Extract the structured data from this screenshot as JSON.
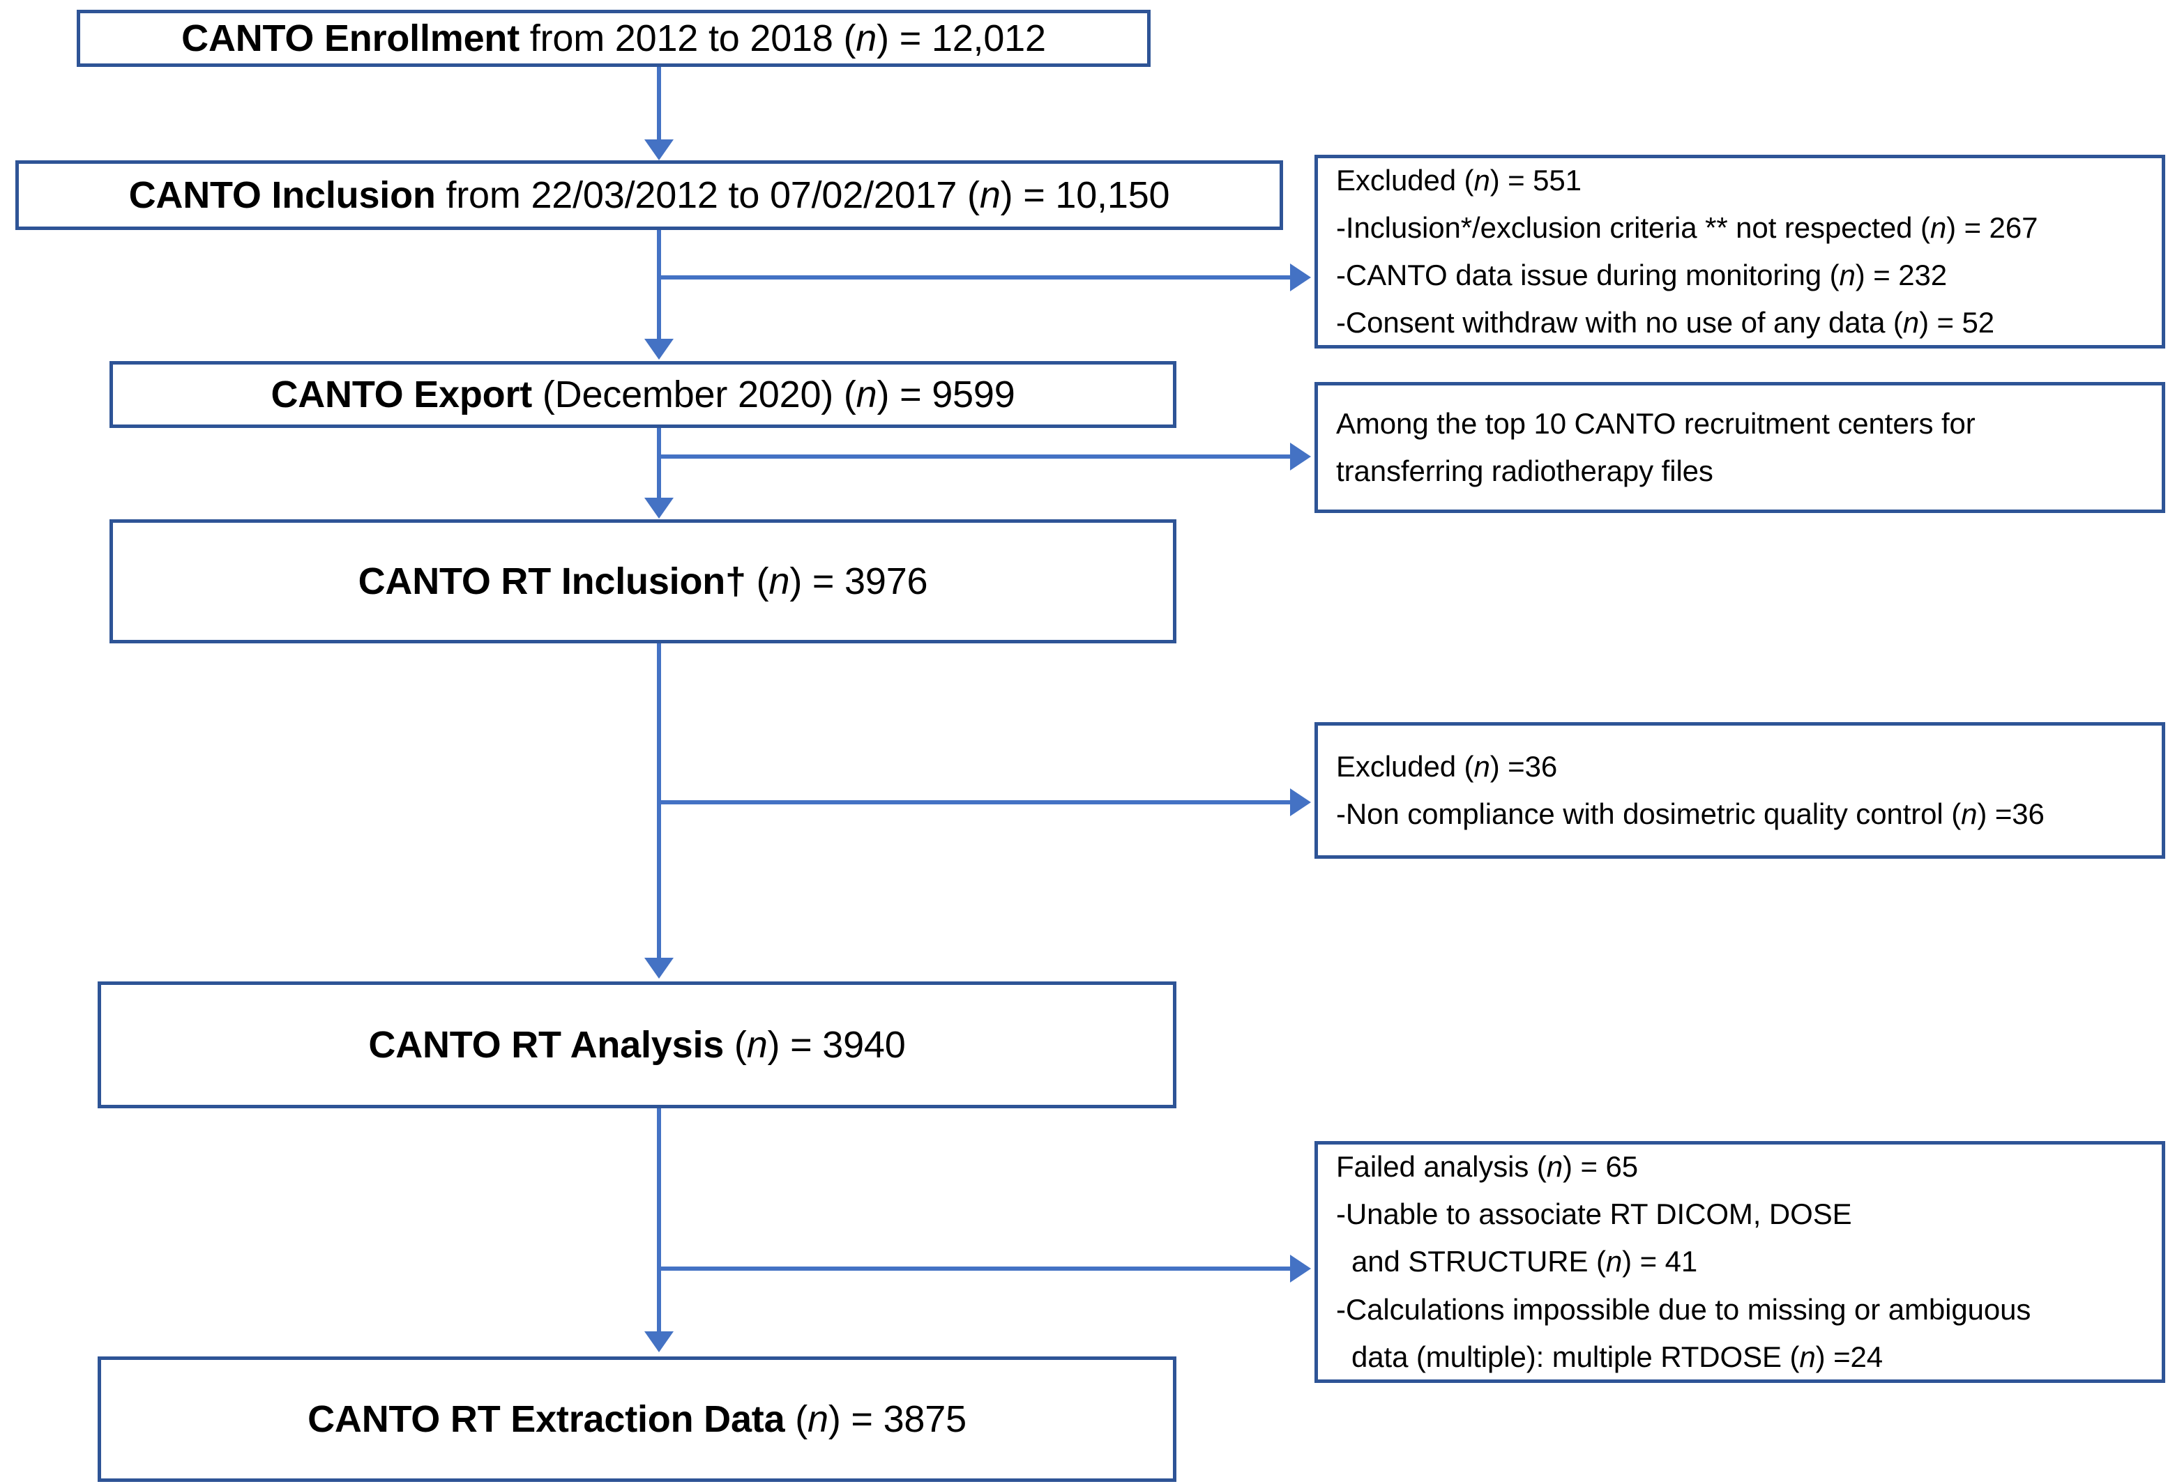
{
  "diagram": {
    "title": "CANTO radiotherapy study participant flow diagram",
    "colors": {
      "box_border": "#2E5496",
      "connector": "#4472C4",
      "text": "#000000",
      "background": "#FFFFFF"
    },
    "nodes": [
      {
        "id": "enrollment",
        "label_bold": "CANTO Enrollment",
        "label_rest": " from 2012 to 2018 (",
        "n_italic": "n",
        "label_tail": ") = 12,012",
        "full_text": "CANTO Enrollment from 2012 to 2018 (n) = 12,012",
        "count": "12,012"
      },
      {
        "id": "inclusion",
        "label_bold": "CANTO Inclusion",
        "label_rest": " from 22/03/2012 to 07/02/2017 (",
        "n_italic": "n",
        "label_tail": ") = 10,150",
        "full_text": "CANTO Inclusion from 22/03/2012 to 07/02/2017 (n) = 10,150",
        "count": "10,150"
      },
      {
        "id": "export",
        "label_bold": "CANTO Export",
        "label_rest": " (December 2020) (",
        "n_italic": "n",
        "label_tail": ") = 9599",
        "full_text": "CANTO Export (December 2020) (n) = 9599",
        "count": "9599"
      },
      {
        "id": "rt-inclusion",
        "label_bold": "CANTO RT Inclusion†",
        "label_rest": " (",
        "n_italic": "n",
        "label_tail": ") = 3976",
        "full_text": "CANTO RT Inclusion† (n) = 3976",
        "count": "3976"
      },
      {
        "id": "rt-analysis",
        "label_bold": "CANTO RT Analysis",
        "label_rest": " (",
        "n_italic": "n",
        "label_tail": ") = 3940",
        "full_text": "CANTO RT Analysis (n) = 3940",
        "count": "3940"
      },
      {
        "id": "rt-extraction",
        "label_bold": "CANTO RT Extraction Data",
        "label_rest": " (",
        "n_italic": "n",
        "label_tail": ") = 3875",
        "full_text": "CANTO RT Extraction Data (n) = 3875",
        "count": "3875"
      }
    ],
    "panels": [
      {
        "id": "excluded-551",
        "lines": [
          {
            "pre": "Excluded (",
            "it": "n",
            "post": ") = 551",
            "indent": false
          },
          {
            "pre": "-Inclusion*/exclusion criteria ** not respected (",
            "it": "n",
            "post": ") = 267",
            "indent": false
          },
          {
            "pre": "-CANTO data issue during monitoring (",
            "it": "n",
            "post": ") = 232",
            "indent": false
          },
          {
            "pre": "-Consent withdraw with no use of any data (",
            "it": "n",
            "post": ") = 52",
            "indent": false
          }
        ]
      },
      {
        "id": "top10-centers",
        "lines": [
          {
            "pre": "Among the top 10 CANTO recruitment centers for",
            "it": "",
            "post": "",
            "indent": false
          },
          {
            "pre": "transferring radiotherapy files",
            "it": "",
            "post": "",
            "indent": false
          }
        ]
      },
      {
        "id": "excluded-36",
        "lines": [
          {
            "pre": "Excluded (",
            "it": "n",
            "post": ") =36",
            "indent": false
          },
          {
            "pre": "-Non compliance with dosimetric quality control (",
            "it": "n",
            "post": ") =36",
            "indent": false
          }
        ]
      },
      {
        "id": "failed-analysis-65",
        "lines": [
          {
            "pre": "Failed analysis (",
            "it": "n",
            "post": ") = 65",
            "indent": false
          },
          {
            "pre": "-Unable to associate RT DICOM, DOSE",
            "it": "",
            "post": "",
            "indent": false
          },
          {
            "pre": "and STRUCTURE (",
            "it": "n",
            "post": ") = 41",
            "indent": true
          },
          {
            "pre": "-Calculations impossible due to missing or ambiguous",
            "it": "",
            "post": "",
            "indent": false
          },
          {
            "pre": "data (multiple): multiple RTDOSE (",
            "it": "n",
            "post": ") =24",
            "indent": true
          }
        ]
      }
    ]
  }
}
